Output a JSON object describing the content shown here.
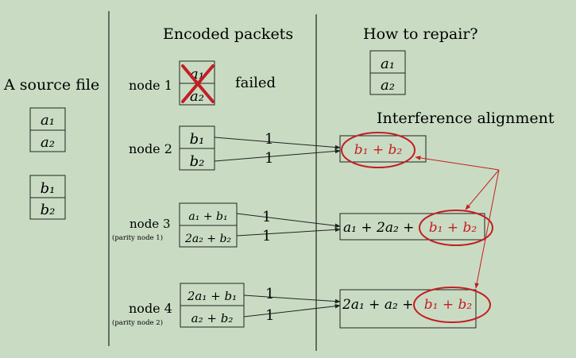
{
  "headers": {
    "source_file": "A source file",
    "encoded_packets": "Encoded packets",
    "how_to_repair": "How to repair?",
    "interference_alignment": "Interference alignment"
  },
  "source_file": {
    "block_a": [
      "a₁",
      "a₂"
    ],
    "block_b": [
      "b₁",
      "b₂"
    ]
  },
  "nodes": [
    {
      "label": "node 1",
      "sublabel": "",
      "cells": [
        "a₁",
        "a₂"
      ],
      "status": "failed"
    },
    {
      "label": "node 2",
      "sublabel": "",
      "cells": [
        "b₁",
        "b₂"
      ]
    },
    {
      "label": "node 3",
      "sublabel": "(parity node 1)",
      "cells": [
        "a₁ + b₁",
        "2a₂ + b₂"
      ]
    },
    {
      "label": "node 4",
      "sublabel": "(parity node 2)",
      "cells": [
        "2a₁ + b₁",
        "a₂ + b₂"
      ]
    }
  ],
  "coefficients": {
    "node2": [
      "1",
      "1"
    ],
    "node3": [
      "1",
      "1"
    ],
    "node4": [
      "1",
      "1"
    ]
  },
  "repaired": [
    "a₁",
    "a₂"
  ],
  "repair_results": [
    {
      "prefix": "",
      "aligned": "b₁ + b₂"
    },
    {
      "prefix": "a₁ + 2a₂ +",
      "aligned": "b₁ + b₂"
    },
    {
      "prefix": "2a₁ + a₂ +",
      "aligned": "b₁ + b₂"
    }
  ],
  "colors": {
    "background": "#c9dcc3",
    "ink": "#111111",
    "highlight": "#c41e24"
  }
}
